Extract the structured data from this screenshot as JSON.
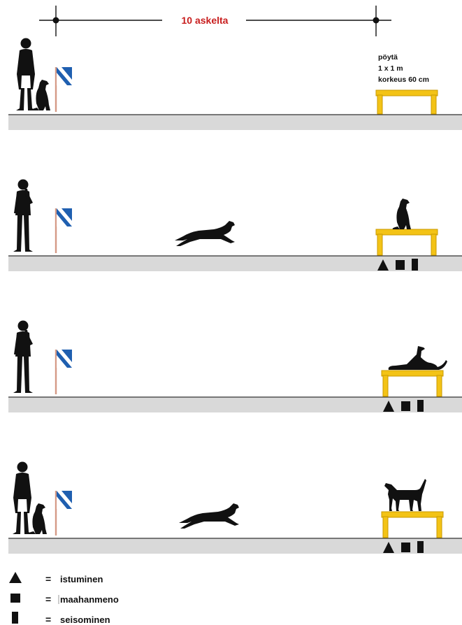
{
  "measure_label": "10 askelta",
  "table_note": {
    "line1": "pöytä",
    "line2": "1 x 1 m",
    "line3": "korkeus 60 cm"
  },
  "legend": {
    "equals": "=",
    "items": [
      {
        "symbol": "triangle-icon",
        "label": "istuminen"
      },
      {
        "symbol": "square-icon",
        "label": "maahanmeno"
      },
      {
        "symbol": "bar-icon",
        "label": "seisominen"
      }
    ]
  },
  "colors": {
    "table_yellow": "#f3c316",
    "table_edge": "#c99a00",
    "floor_grey": "#d9d9d9",
    "flag_blue": "#1f5fb0",
    "accent_red": "#c81e1e",
    "silhouette": "#111111"
  },
  "panels": [
    {
      "handler": "handler-standing",
      "dog_near_handler": "dog-sitting",
      "dog_running": "",
      "dog_on_table": "",
      "show_positions": "no"
    },
    {
      "handler": "handler-pointing",
      "dog_near_handler": "",
      "dog_running": "dog-running",
      "dog_on_table": "dog-sitting",
      "show_positions": "yes"
    },
    {
      "handler": "handler-pointing",
      "dog_near_handler": "",
      "dog_running": "",
      "dog_on_table": "dog-lying",
      "show_positions": "yes"
    },
    {
      "handler": "handler-standing",
      "dog_near_handler": "dog-sitting",
      "dog_running": "dog-running",
      "dog_on_table": "dog-standing",
      "show_positions": "yes"
    }
  ]
}
